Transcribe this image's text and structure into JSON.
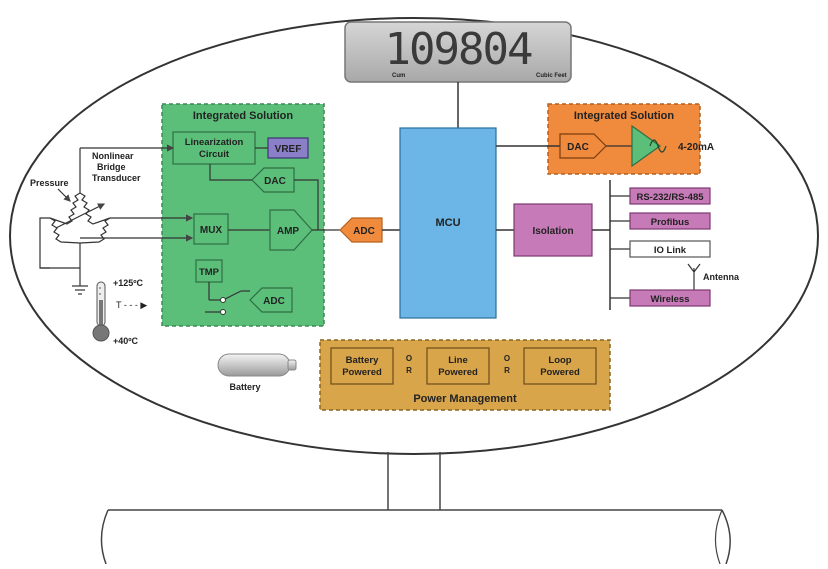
{
  "display": {
    "value": "109804",
    "unit_left": "Cum",
    "unit_right": "Cubic Feet"
  },
  "sensor": {
    "bridge_label_1": "Nonlinear",
    "bridge_label_2": "Bridge",
    "bridge_label_3": "Transducer",
    "pressure": "Pressure",
    "temp_high": "+125ºC",
    "temp_arrow": "T - - - ▶",
    "temp_low": "+40ºC"
  },
  "left_block": {
    "title": "Integrated Solution",
    "linearization_1": "Linearization",
    "linearization_2": "Circuit",
    "vref": "VREF",
    "dac": "DAC",
    "mux": "MUX",
    "amp": "AMP",
    "tmp": "TMP",
    "adc": "ADC"
  },
  "adc_main": "ADC",
  "mcu": "MCU",
  "right_block": {
    "title": "Integrated Solution",
    "dac": "DAC",
    "output": "4-20mA"
  },
  "isolation": "Isolation",
  "interfaces": {
    "rs": "RS-232/RS-485",
    "profibus": "Profibus",
    "iolink": "IO Link",
    "antenna": "Antenna",
    "wireless": "Wireless"
  },
  "battery_label": "Battery",
  "power": {
    "title": "Power Management",
    "battery_1": "Battery",
    "battery_2": "Powered",
    "line_1": "Line",
    "line_2": "Powered",
    "loop_1": "Loop",
    "loop_2": "Powered",
    "or_o": "O",
    "or_r": "R"
  },
  "colors": {
    "green": "#5bbf7a",
    "green_dark": "#3a8a55",
    "blue": "#6bb6e6",
    "orange": "#f08a3c",
    "purple": "#c77ab8",
    "vref": "#8a7fc8",
    "power": "#d9a54a"
  }
}
